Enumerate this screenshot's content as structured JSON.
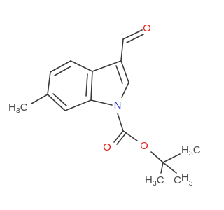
{
  "molecule": {
    "atoms": {
      "aldehyde_oxygen": {
        "symbol": "O",
        "color": "#e8261f"
      },
      "indole_nitrogen": {
        "symbol": "N",
        "color": "#2f35c8"
      },
      "carbonyl_oxygen": {
        "symbol": "O",
        "color": "#e8261f"
      },
      "ester_oxygen": {
        "symbol": "O",
        "color": "#e8261f"
      },
      "methyl_ring": {
        "element": "H",
        "count": "3",
        "carbon": "C",
        "color": "#4a4a4a"
      },
      "methyl_top": {
        "element": "H",
        "count": "3",
        "carbon": "C",
        "color": "#4a4a4a"
      },
      "methyl_left": {
        "element": "H",
        "count": "3",
        "carbon": "C",
        "color": "#4a4a4a"
      },
      "methyl_right": {
        "element": "C",
        "count": "3",
        "hydrogen": "H",
        "color": "#4a4a4a"
      }
    },
    "bond_color": "#3a3a3a"
  }
}
